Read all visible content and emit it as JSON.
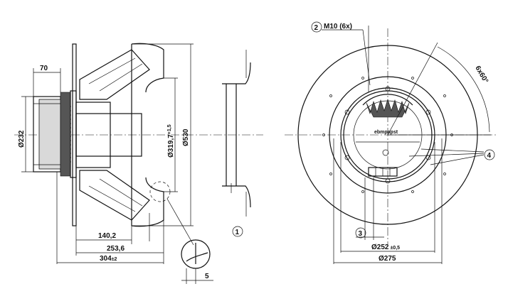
{
  "dimensions": {
    "d70": "70",
    "d232": "Ø232",
    "d319": "Ø319,7",
    "d319_tol": "+1,5",
    "d530": "Ø530",
    "d140": "140,2",
    "d253": "253,6",
    "d304": "304",
    "d304_tol": "±2",
    "d5": "5",
    "m10": "M10 (6x)",
    "angle": "6x60°",
    "d252": "Ø252",
    "d252_tol": "±0,5",
    "d275": "Ø275"
  },
  "callouts": {
    "c1": "1",
    "c2": "2",
    "c3": "3",
    "c4": "4"
  },
  "brand": "ebmpapst"
}
